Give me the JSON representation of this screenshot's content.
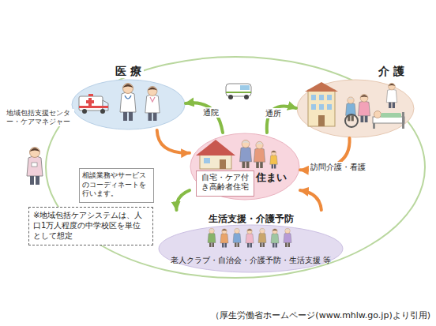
{
  "diagram": {
    "caption": "（厚生労働省ホームページ(www.mhlw.go.jp)より引用)",
    "nodes": [
      {
        "text": [
          "医 療"
        ]
      },
      {
        "text": [
          "介 護"
        ]
      },
      {
        "text": [
          "住まい"
        ]
      },
      {
        "text": [
          "自宅・ケア付き高齢者住宅"
        ],
        "in": 2
      },
      {
        "text": [
          "生活支援・介護予防",
          "老人クラブ・自治会・介護予防・生活支援 等"
        ]
      },
      {
        "text": [
          "地域包括支援センター・ケアマネジャー"
        ]
      },
      {
        "text": [
          "相談業務やサービスのコーディネートを行います。"
        ]
      },
      {
        "text": [
          "※地域包括ケアシステムは、人口1万人程度の中学校区を単位として想定"
        ]
      }
    ],
    "edges": [
      {
        "from": 2,
        "to": 0,
        "arrow": "to",
        "label": "通院"
      },
      {
        "from": 2,
        "to": 1,
        "arrow": "to",
        "label": "通所"
      },
      {
        "from": 0,
        "to": 2,
        "arrow": "to"
      },
      {
        "from": 1,
        "to": 2,
        "arrow": "to",
        "label": "訪問介護・看護"
      },
      {
        "from": 2,
        "to": 4,
        "arrow": "to"
      },
      {
        "from": 4,
        "to": 2,
        "arrow": "to"
      }
    ]
  }
}
